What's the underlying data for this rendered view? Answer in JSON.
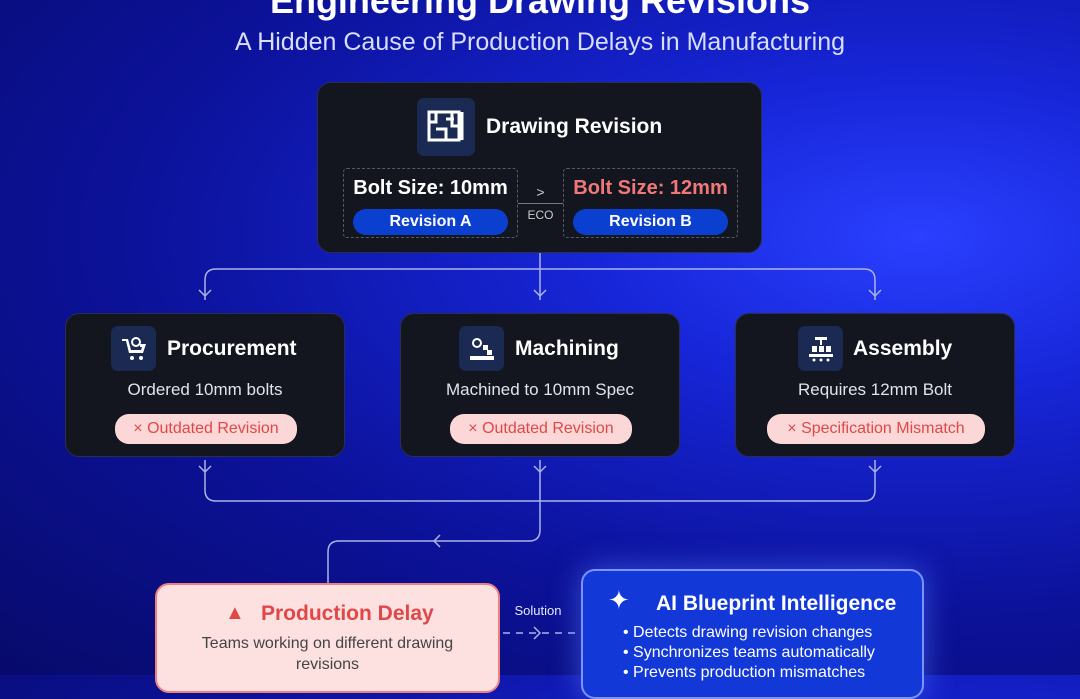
{
  "title": "Engineering Drawing Revisions",
  "subtitle": "A Hidden Cause of Production Delays in Manufacturing",
  "revision": {
    "title": "Drawing Revision",
    "icon": "blueprint-icon",
    "left": {
      "bolt": "Bolt Size: 10mm",
      "label": "Revision A"
    },
    "connector": "ECO",
    "right": {
      "bolt": "Bolt Size: 12mm",
      "label": "Revision B"
    }
  },
  "teams": [
    {
      "title": "Procurement",
      "icon": "cart-gear-icon",
      "desc": "Ordered 10mm bolts",
      "status": "× Outdated Revision"
    },
    {
      "title": "Machining",
      "icon": "machine-icon",
      "desc": "Machined to 10mm Spec",
      "status": "× Outdated Revision"
    },
    {
      "title": "Assembly",
      "icon": "conveyor-icon",
      "desc": "Requires 12mm Bolt",
      "status": "× Specification Mismatch"
    }
  ],
  "delay": {
    "title": "Production Delay",
    "icon": "warning-icon",
    "desc": "Teams working on different drawing revisions"
  },
  "solution_label": "Solution",
  "ai": {
    "title": "AI Blueprint Intelligence",
    "icon": "sparkle-icon",
    "items": [
      "Detects drawing revision changes",
      "Synchronizes teams automatically",
      "Prevents production mismatches"
    ]
  },
  "colors": {
    "accent": "#0a3fd0",
    "error": "#e04848",
    "new_value": "#f07878",
    "card": "#13151f"
  }
}
